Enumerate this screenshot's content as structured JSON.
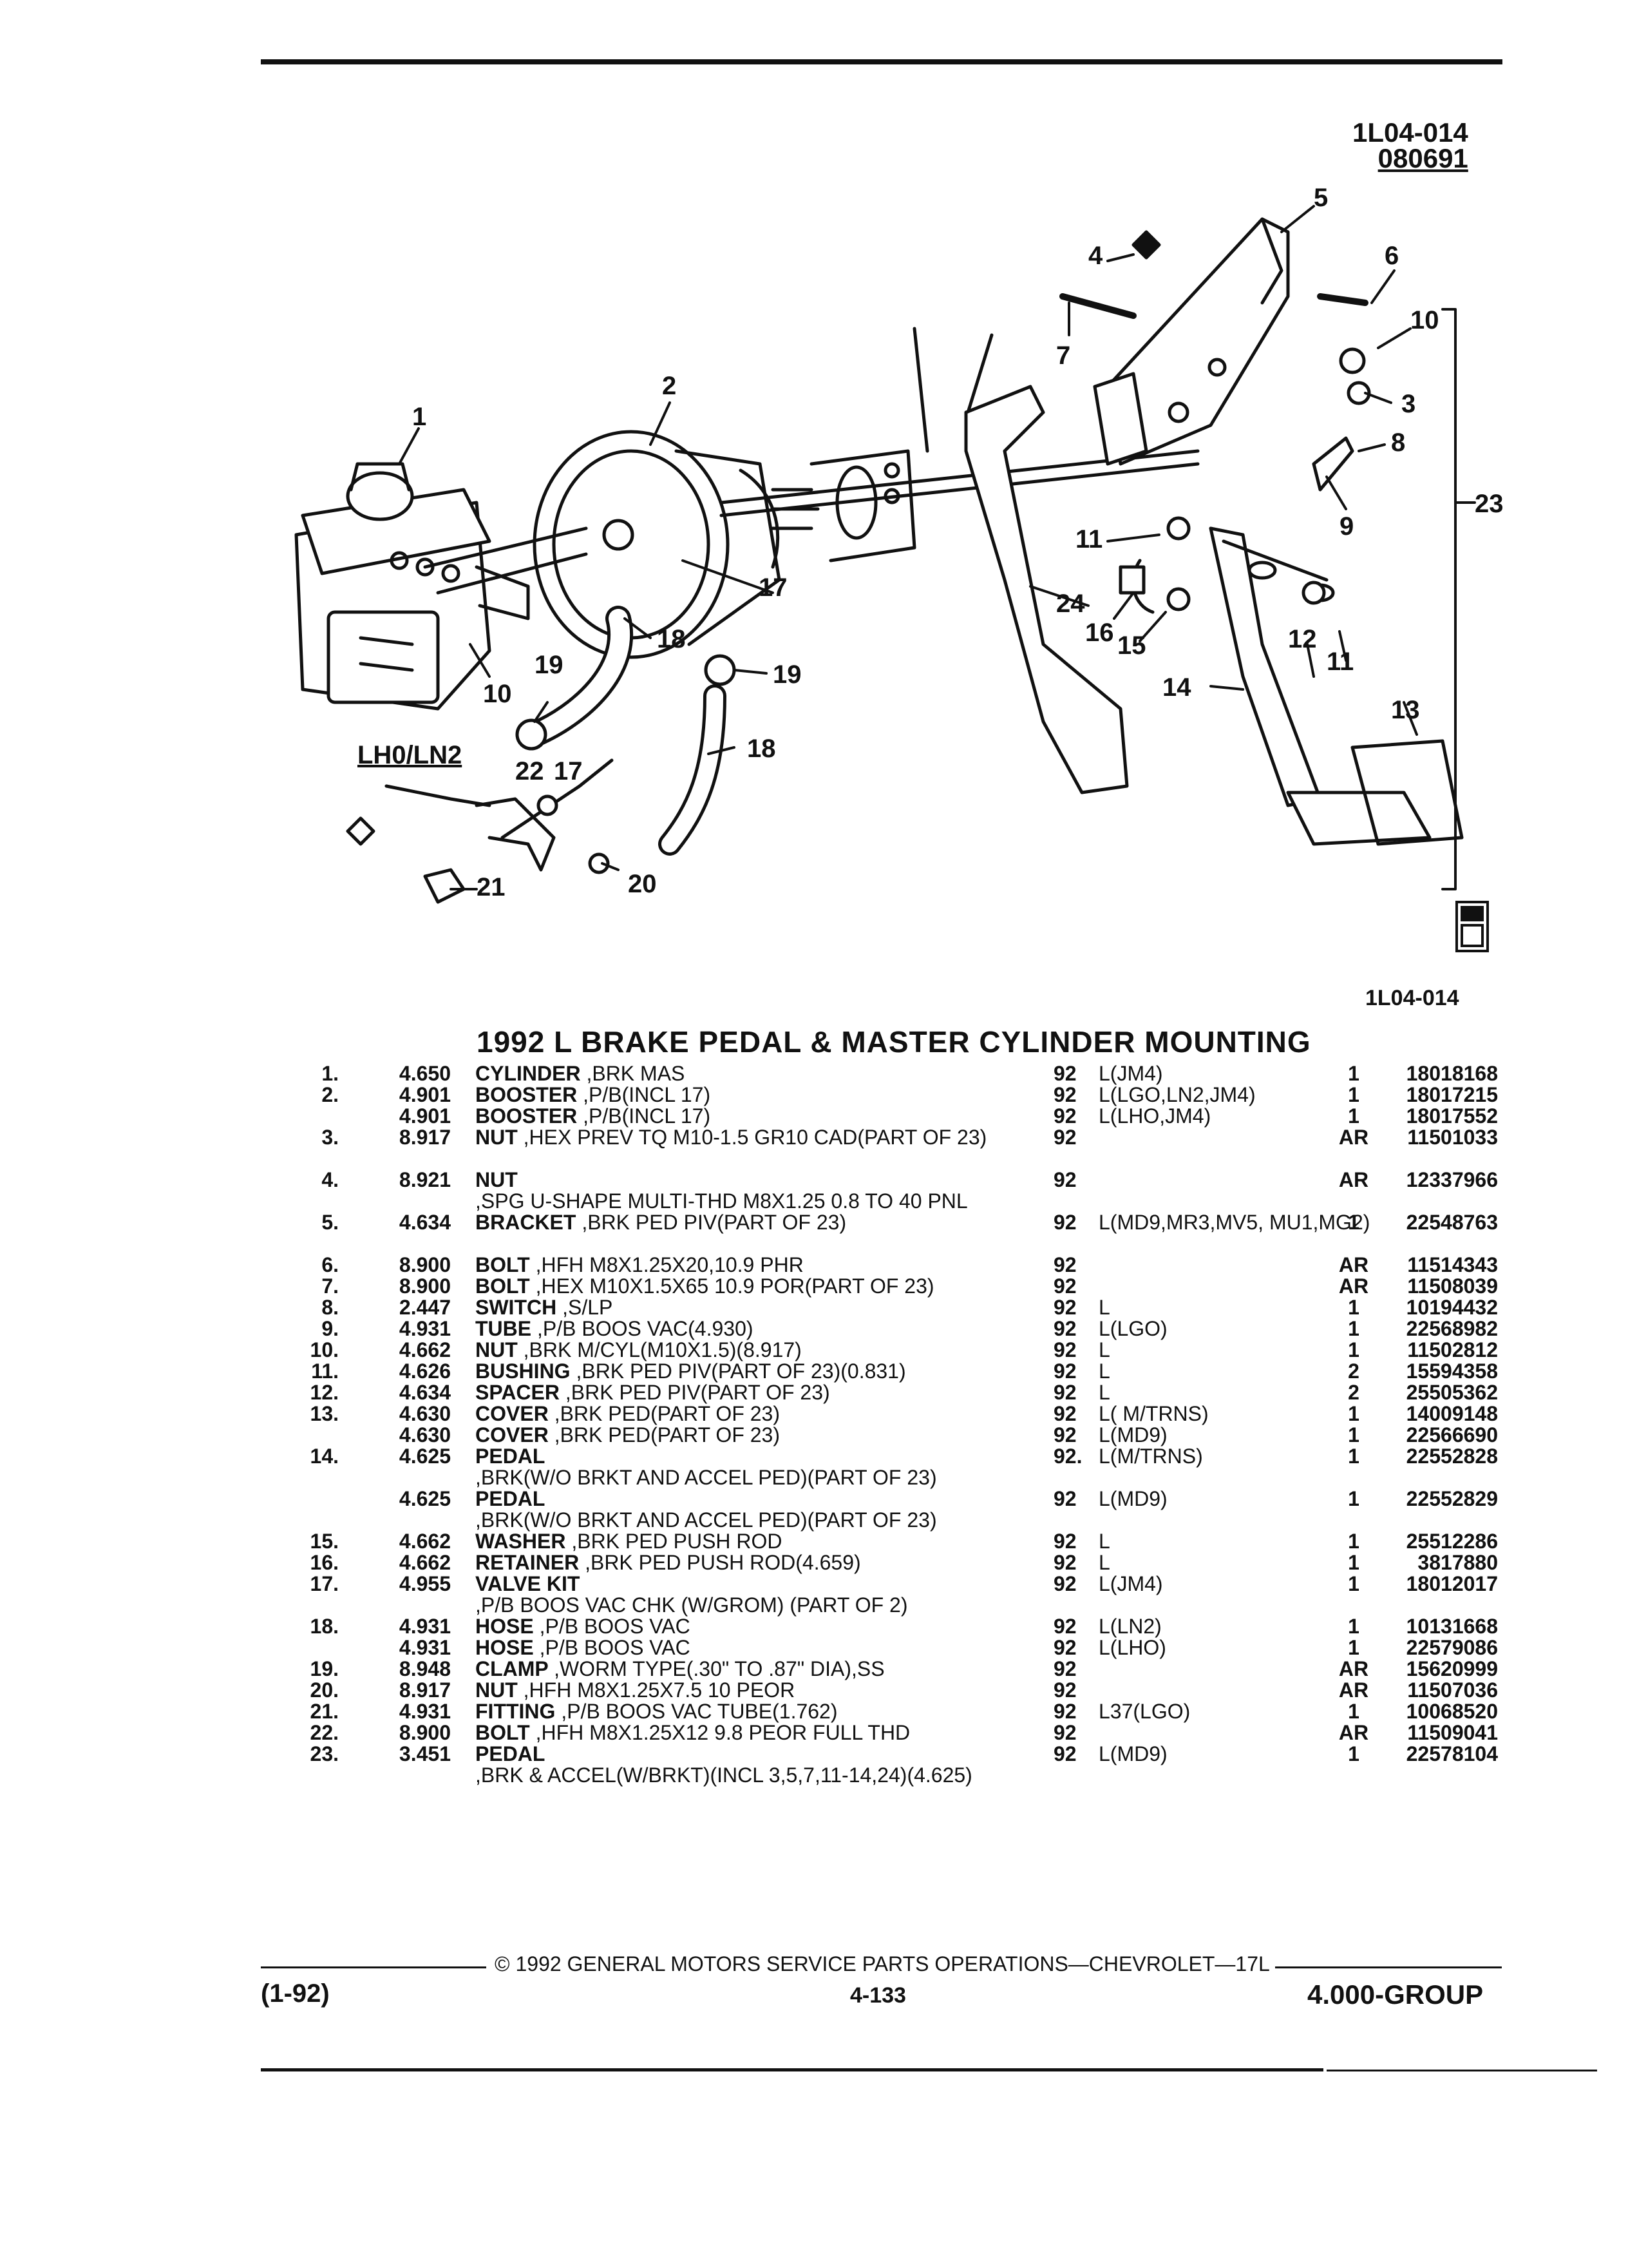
{
  "figure": {
    "code_top": "1L04-014",
    "code_date": "080691",
    "code_bottom": "1L04-014",
    "sub_label": "LH0/LN2",
    "callouts": [
      "1",
      "2",
      "3",
      "4",
      "5",
      "6",
      "7",
      "8",
      "9",
      "10",
      "11",
      "12",
      "13",
      "14",
      "15",
      "16",
      "17",
      "18",
      "19",
      "20",
      "21",
      "22",
      "23",
      "24"
    ]
  },
  "title": "1992 L BRAKE PEDAL & MASTER CYLINDER MOUNTING",
  "parts": [
    {
      "item": "1.",
      "group": "4.650",
      "name": "CYLINDER",
      "desc": ",BRK MAS",
      "year": "92",
      "app": "L(JM4)",
      "qty": "1",
      "pn": "18018168"
    },
    {
      "item": "2.",
      "group": "4.901",
      "name": "BOOSTER",
      "desc": ",P/B(INCL 17)",
      "year": "92",
      "app": "L(LGO,LN2,JM4)",
      "qty": "1",
      "pn": "18017215"
    },
    {
      "item": "",
      "group": "4.901",
      "name": "BOOSTER",
      "desc": ",P/B(INCL 17)",
      "year": "92",
      "app": "L(LHO,JM4)",
      "qty": "1",
      "pn": "18017552"
    },
    {
      "item": "3.",
      "group": "8.917",
      "name": "NUT",
      "desc": ",HEX PREV TQ M10-1.5 GR10 CAD(PART OF 23)",
      "year": "92",
      "app": "",
      "qty": "AR",
      "pn": "11501033"
    },
    {
      "item": "4.",
      "group": "8.921",
      "name": "NUT",
      "desc": ",SPG U-SHAPE MULTI-THD M8X1.25 0.8 TO 40 PNL",
      "year": "92",
      "app": "",
      "qty": "AR",
      "pn": "12337966"
    },
    {
      "item": "5.",
      "group": "4.634",
      "name": "BRACKET",
      "desc": ",BRK PED PIV(PART OF 23)",
      "year": "92",
      "app": "L(MD9,MR3,MV5, MU1,MG2)",
      "qty": "1",
      "pn": "22548763"
    },
    {
      "item": "6.",
      "group": "8.900",
      "name": "BOLT",
      "desc": ",HFH M8X1.25X20,10.9 PHR",
      "year": "92",
      "app": "",
      "qty": "AR",
      "pn": "11514343"
    },
    {
      "item": "7.",
      "group": "8.900",
      "name": "BOLT",
      "desc": ",HEX M10X1.5X65 10.9 POR(PART OF 23)",
      "year": "92",
      "app": "",
      "qty": "AR",
      "pn": "11508039"
    },
    {
      "item": "8.",
      "group": "2.447",
      "name": "SWITCH",
      "desc": ",S/LP",
      "year": "92",
      "app": "L",
      "qty": "1",
      "pn": "10194432"
    },
    {
      "item": "9.",
      "group": "4.931",
      "name": "TUBE",
      "desc": ",P/B BOOS VAC(4.930)",
      "year": "92",
      "app": "L(LGO)",
      "qty": "1",
      "pn": "22568982"
    },
    {
      "item": "10.",
      "group": "4.662",
      "name": "NUT",
      "desc": ",BRK M/CYL(M10X1.5)(8.917)",
      "year": "92",
      "app": "L",
      "qty": "1",
      "pn": "11502812"
    },
    {
      "item": "11.",
      "group": "4.626",
      "name": "BUSHING",
      "desc": ",BRK PED PIV(PART OF 23)(0.831)",
      "year": "92",
      "app": "L",
      "qty": "2",
      "pn": "15594358"
    },
    {
      "item": "12.",
      "group": "4.634",
      "name": "SPACER",
      "desc": ",BRK PED PIV(PART OF 23)",
      "year": "92",
      "app": "L",
      "qty": "2",
      "pn": "25505362"
    },
    {
      "item": "13.",
      "group": "4.630",
      "name": "COVER",
      "desc": ",BRK PED(PART OF 23)",
      "year": "92",
      "app": "L( M/TRNS)",
      "qty": "1",
      "pn": "14009148"
    },
    {
      "item": "",
      "group": "4.630",
      "name": "COVER",
      "desc": ",BRK PED(PART OF 23)",
      "year": "92",
      "app": "L(MD9)",
      "qty": "1",
      "pn": "22566690"
    },
    {
      "item": "14.",
      "group": "4.625",
      "name": "PEDAL",
      "desc": ",BRK(W/O BRKT AND ACCEL PED)(PART OF 23)",
      "year": "92.",
      "app": "L(M/TRNS)",
      "qty": "1",
      "pn": "22552828"
    },
    {
      "item": "",
      "group": "4.625",
      "name": "PEDAL",
      "desc": ",BRK(W/O BRKT AND ACCEL PED)(PART OF 23)",
      "year": "92",
      "app": "L(MD9)",
      "qty": "1",
      "pn": "22552829"
    },
    {
      "item": "15.",
      "group": "4.662",
      "name": "WASHER",
      "desc": ",BRK PED PUSH ROD",
      "year": "92",
      "app": "L",
      "qty": "1",
      "pn": "25512286"
    },
    {
      "item": "16.",
      "group": "4.662",
      "name": "RETAINER",
      "desc": ",BRK PED PUSH ROD(4.659)",
      "year": "92",
      "app": "L",
      "qty": "1",
      "pn": "3817880"
    },
    {
      "item": "17.",
      "group": "4.955",
      "name": "VALVE KIT",
      "desc": ",P/B BOOS VAC CHK (W/GROM) (PART OF 2)",
      "year": "92",
      "app": "L(JM4)",
      "qty": "1",
      "pn": "18012017"
    },
    {
      "item": "18.",
      "group": "4.931",
      "name": "HOSE",
      "desc": ",P/B BOOS VAC",
      "year": "92",
      "app": "L(LN2)",
      "qty": "1",
      "pn": "10131668"
    },
    {
      "item": "",
      "group": "4.931",
      "name": "HOSE",
      "desc": ",P/B BOOS VAC",
      "year": "92",
      "app": "L(LHO)",
      "qty": "1",
      "pn": "22579086"
    },
    {
      "item": "19.",
      "group": "8.948",
      "name": "CLAMP",
      "desc": ",WORM TYPE(.30\" TO .87\" DIA),SS",
      "year": "92",
      "app": "",
      "qty": "AR",
      "pn": "15620999"
    },
    {
      "item": "20.",
      "group": "8.917",
      "name": "NUT",
      "desc": ",HFH M8X1.25X7.5 10 PEOR",
      "year": "92",
      "app": "",
      "qty": "AR",
      "pn": "11507036"
    },
    {
      "item": "21.",
      "group": "4.931",
      "name": "FITTING",
      "desc": ",P/B BOOS VAC TUBE(1.762)",
      "year": "92",
      "app": "L37(LGO)",
      "qty": "1",
      "pn": "10068520"
    },
    {
      "item": "22.",
      "group": "8.900",
      "name": "BOLT",
      "desc": ",HFH M8X1.25X12 9.8 PEOR FULL THD",
      "year": "92",
      "app": "",
      "qty": "AR",
      "pn": "11509041"
    },
    {
      "item": "23.",
      "group": "3.451",
      "name": "PEDAL",
      "desc": ",BRK & ACCEL(W/BRKT)(INCL 3,5,7,11-14,24)(4.625)",
      "year": "92",
      "app": "L(MD9)",
      "qty": "1",
      "pn": "22578104"
    }
  ],
  "footer": {
    "copyright": "© 1992 GENERAL MOTORS SERVICE PARTS OPERATIONS—CHEVROLET—17L",
    "date": "(1-92)",
    "page": "4-133",
    "group": "4.000-GROUP"
  }
}
